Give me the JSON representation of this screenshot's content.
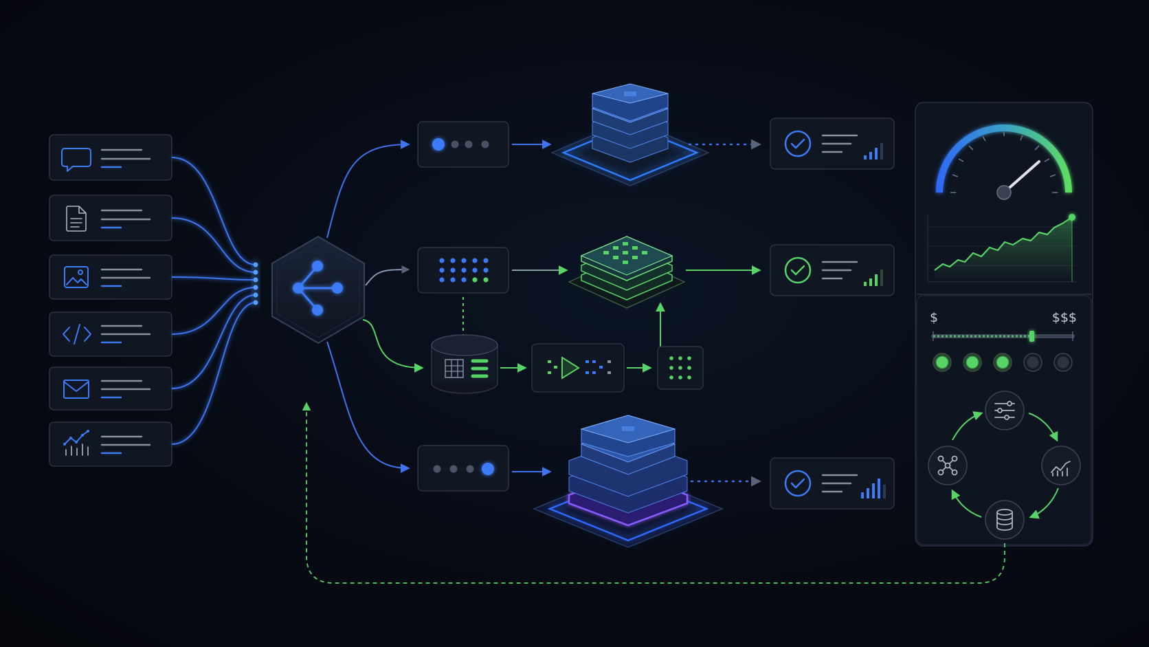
{
  "colors": {
    "background": "#070b14",
    "accent_blue": "#3d7cf7",
    "accent_green": "#56d466",
    "accent_purple": "#7a4dff",
    "card": "#111722",
    "card_border": "#2a3343"
  },
  "inputs": [
    {
      "icon": "chat-bubble-icon"
    },
    {
      "icon": "document-icon"
    },
    {
      "icon": "image-icon"
    },
    {
      "icon": "code-icon"
    },
    {
      "icon": "mail-icon"
    },
    {
      "icon": "analytics-icon"
    }
  ],
  "router": {
    "icon": "share-network-icon"
  },
  "routes": [
    {
      "queue_icon": "progress-dots-icon",
      "processor": "blue-server-stack",
      "result_icon": "check-circle-icon",
      "signal_bars": 3
    },
    {
      "queue_icon": "grid-dots-icon",
      "processor": "green-chip-stack",
      "result_icon": "check-circle-icon",
      "signal_bars": 3
    },
    {
      "queue_icon": "progress-dots-icon",
      "processor": "purple-server-stack",
      "result_icon": "check-circle-icon",
      "signal_bars": 4
    }
  ],
  "data_branch": {
    "store_icon": "database-table-icon",
    "transform_icon": "play-transform-icon",
    "output_icon": "dot-grid-icon"
  },
  "monitor": {
    "gauge": {
      "value": 0.75
    },
    "trend_icon": "line-trend-chart",
    "cost_slider": {
      "min_label": "$",
      "max_label": "$$$",
      "value": 0.7
    },
    "tiers": [
      {
        "active": true
      },
      {
        "active": true
      },
      {
        "active": true
      },
      {
        "active": false
      },
      {
        "active": false
      }
    ],
    "cycle_icons": [
      "sliders-icon",
      "line-chart-icon",
      "database-icon",
      "network-icon"
    ]
  }
}
